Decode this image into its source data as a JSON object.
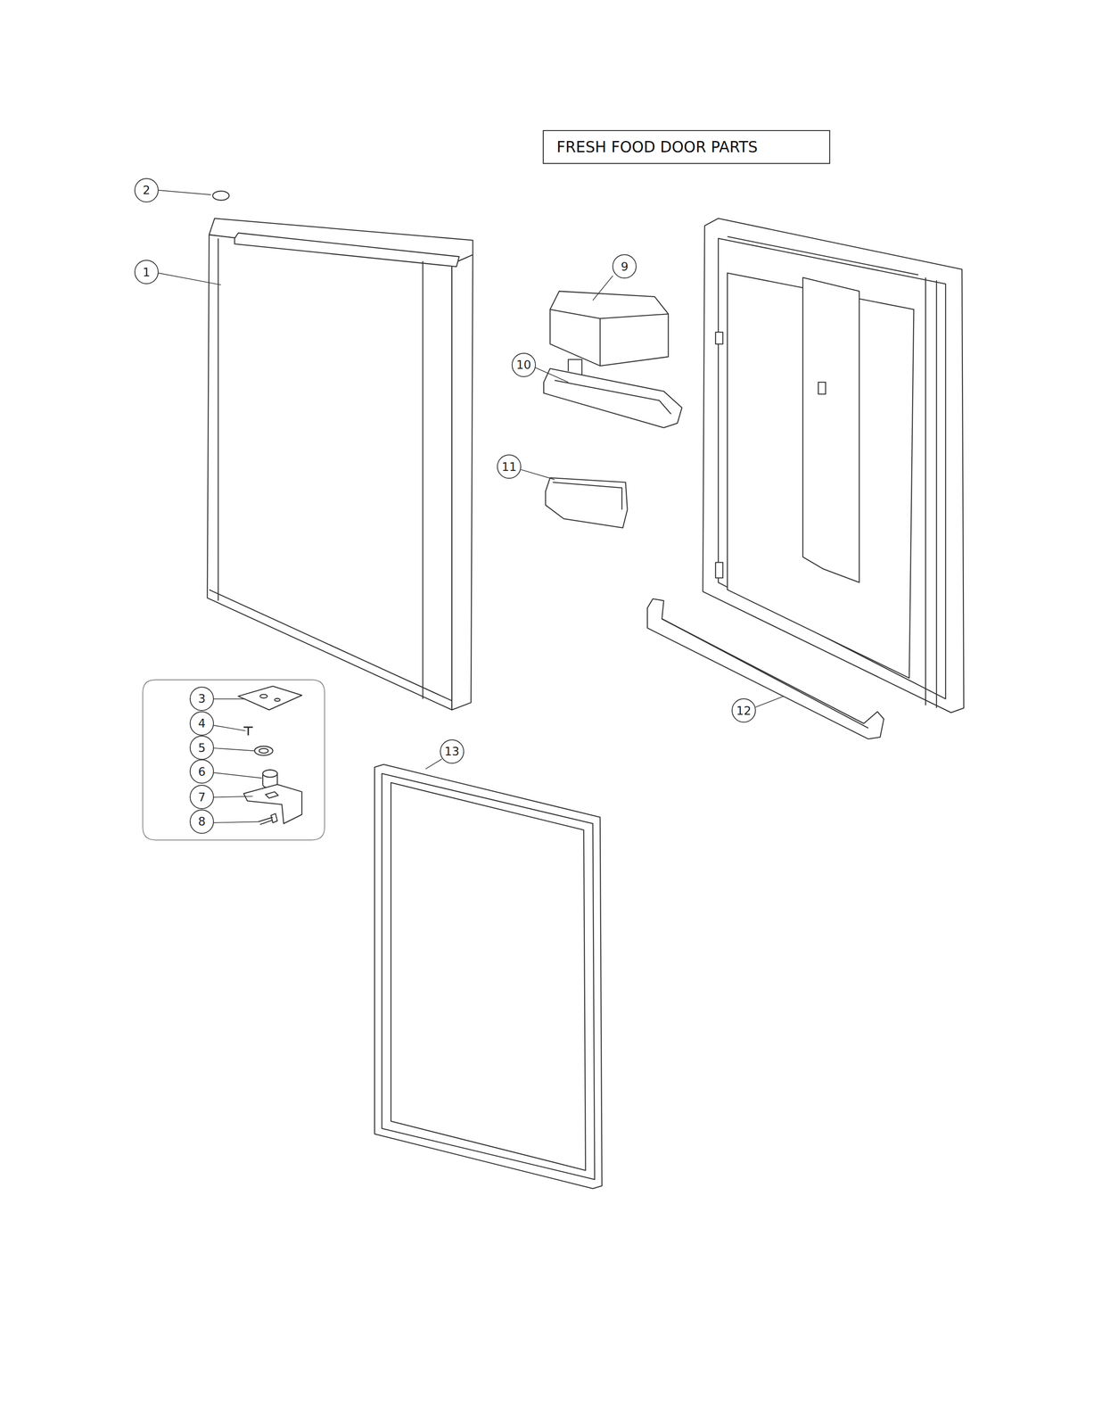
{
  "diagram": {
    "title": "FRESH FOOD DOOR PARTS",
    "labels": [
      "2",
      "9",
      "1",
      "10",
      "11",
      "3",
      "12",
      "4",
      "5",
      "13",
      "6",
      "7",
      "8"
    ]
  }
}
